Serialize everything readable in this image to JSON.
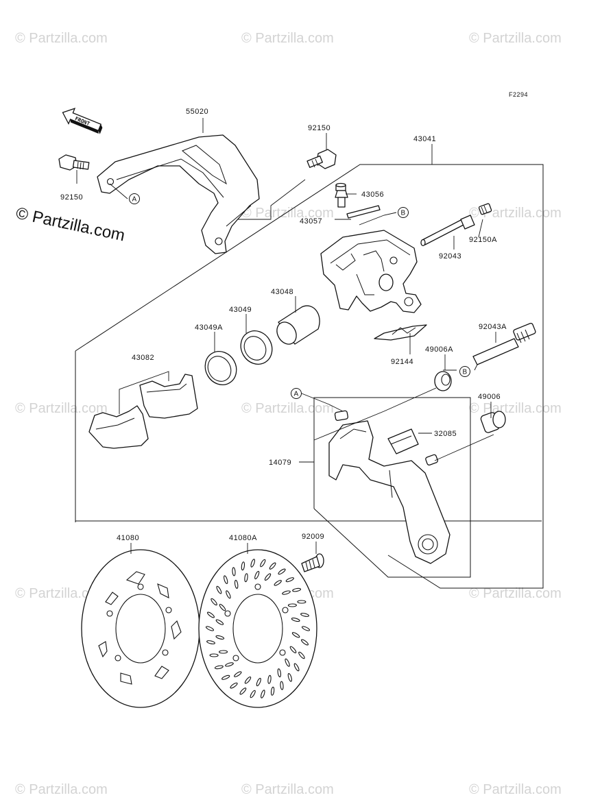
{
  "diagram_code": "F2294",
  "front_label": "FRONT",
  "watermark": {
    "brand": "© Partzilla.com",
    "brand_large": "© Partzilla.com"
  },
  "ref_markers": {
    "a": "A",
    "b": "B"
  },
  "parts": {
    "p55020": "55020",
    "p92150_top": "92150",
    "p92150_left": "92150",
    "p43041": "43041",
    "p43056": "43056",
    "p43057": "43057",
    "p92150A": "92150A",
    "p92043": "92043",
    "p43048": "43048",
    "p43049": "43049",
    "p43049A": "43049A",
    "p43082": "43082",
    "p92043A": "92043A",
    "p92144": "92144",
    "p49006A": "49006A",
    "p49006": "49006",
    "p32085": "32085",
    "p14079": "14079",
    "p41080": "41080",
    "p41080A": "41080A",
    "p92009": "92009"
  }
}
